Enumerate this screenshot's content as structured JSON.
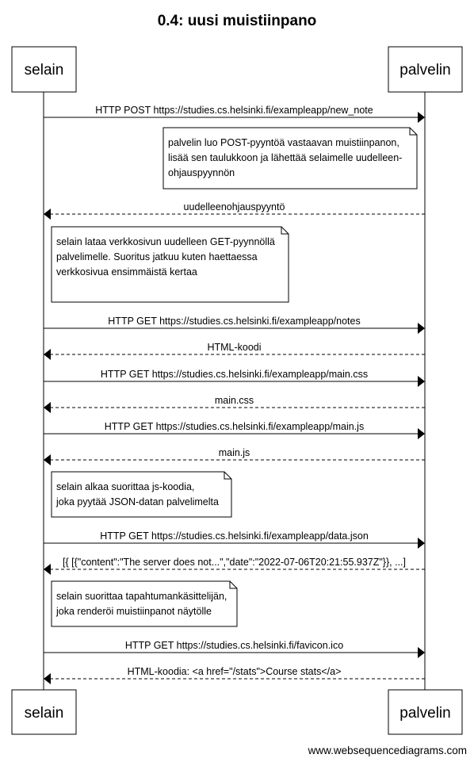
{
  "title": "0.4: uusi muistiinpano",
  "participants": [
    "selain",
    "palvelin"
  ],
  "steps": [
    {
      "kind": "message",
      "from": 0,
      "to": 1,
      "dashed": false,
      "text": "HTTP POST https://studies.cs.helsinki.fi/exampleapp/new_note"
    },
    {
      "kind": "note",
      "lines": [
        "palvelin luo POST-pyyntöä vastaavan muistiinpanon,",
        "lisää sen taulukkoon ja lähettää selaimelle uudelleen-",
        "ohjauspyynnön"
      ]
    },
    {
      "kind": "message",
      "from": 1,
      "to": 0,
      "dashed": true,
      "text": "uudelleenohjauspyyntö"
    },
    {
      "kind": "note",
      "lines": [
        "selain lataa verkkosivun uudelleen GET-pyynnöllä",
        "palvelimelle. Suoritus jatkuu kuten haettaessa",
        "verkkosivua ensimmäistä kertaa",
        ""
      ]
    },
    {
      "kind": "message",
      "from": 0,
      "to": 1,
      "dashed": false,
      "text": "HTTP GET https://studies.cs.helsinki.fi/exampleapp/notes"
    },
    {
      "kind": "message",
      "from": 1,
      "to": 0,
      "dashed": true,
      "text": "HTML-koodi"
    },
    {
      "kind": "message",
      "from": 0,
      "to": 1,
      "dashed": false,
      "text": "HTTP GET https://studies.cs.helsinki.fi/exampleapp/main.css"
    },
    {
      "kind": "message",
      "from": 1,
      "to": 0,
      "dashed": true,
      "text": "main.css"
    },
    {
      "kind": "message",
      "from": 0,
      "to": 1,
      "dashed": false,
      "text": "HTTP GET https://studies.cs.helsinki.fi/exampleapp/main.js"
    },
    {
      "kind": "message",
      "from": 1,
      "to": 0,
      "dashed": true,
      "text": "main.js"
    },
    {
      "kind": "note",
      "lines": [
        "selain alkaa suorittaa js-koodia,",
        "joka pyytää JSON-datan palvelimelta"
      ]
    },
    {
      "kind": "message",
      "from": 0,
      "to": 1,
      "dashed": false,
      "text": "HTTP GET https://studies.cs.helsinki.fi/exampleapp/data.json"
    },
    {
      "kind": "message",
      "from": 1,
      "to": 0,
      "dashed": true,
      "text": "[{ [{\"content\":\"The server does not...\",\"date\":\"2022-07-06T20:21:55.937Z\"}}, ...]"
    },
    {
      "kind": "note",
      "lines": [
        "selain suorittaa tapahtumankäsittelijän,",
        "joka renderöi muistiinpanot näytölle"
      ]
    },
    {
      "kind": "message",
      "from": 0,
      "to": 1,
      "dashed": false,
      "text": "HTTP GET https://studies.cs.helsinki.fi/favicon.ico"
    },
    {
      "kind": "message",
      "from": 1,
      "to": 0,
      "dashed": true,
      "text": "HTML-koodia: <a href=\"/stats\">Course stats</a>"
    }
  ],
  "credit": "www.websequencediagrams.com"
}
